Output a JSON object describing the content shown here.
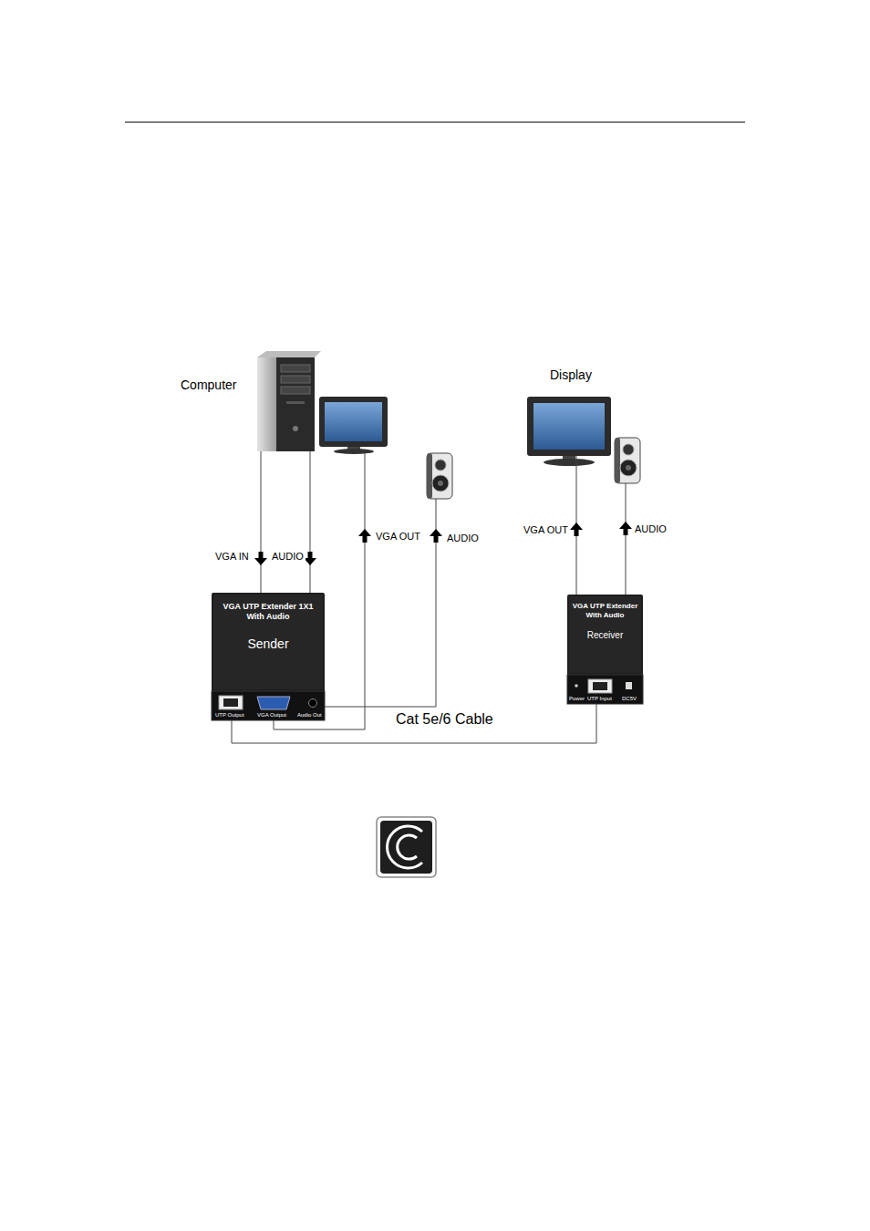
{
  "diagram": {
    "nodes": [
      {
        "text": [
          "Computer"
        ]
      },
      {
        "text": [
          "Display"
        ]
      },
      {
        "text": [
          "VGA UTP Extender 1X1 With Audio",
          "Sender"
        ]
      },
      {
        "text": [
          "VGA UTP Extender With Audio",
          "Receiver"
        ]
      }
    ],
    "edges": [
      {
        "from": 0,
        "to": 2,
        "label": "VGA IN",
        "arrow": "to"
      },
      {
        "from": 0,
        "to": 2,
        "label": "AUDIO",
        "arrow": "to"
      },
      {
        "from": 2,
        "to": 3,
        "label": "Cat 5e/6 Cable",
        "arrow": "none"
      },
      {
        "from": 3,
        "to": 1,
        "label": "VGA OUT",
        "arrow": "to"
      }
    ],
    "labels": [
      "VGA OUT",
      "AUDIO",
      "AUDIO",
      "UTP Output",
      "VGA Output",
      "Audio Out",
      "Power",
      "UTP Input",
      "DC5V"
    ]
  }
}
